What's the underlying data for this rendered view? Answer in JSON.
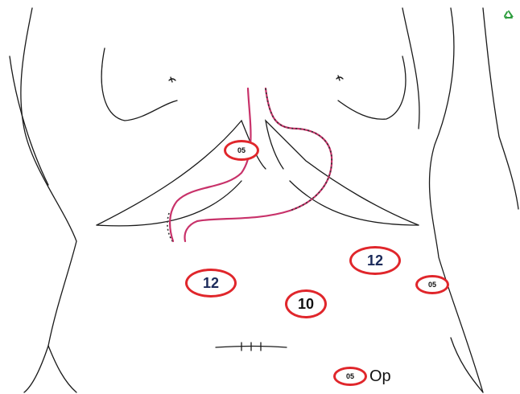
{
  "ports": [
    {
      "id": "port-left-subcostal",
      "label": "05",
      "size": "05"
    },
    {
      "id": "port-right-upper",
      "label": "12",
      "size": "12"
    },
    {
      "id": "port-left-mid",
      "label": "12",
      "size": "12"
    },
    {
      "id": "port-right-lateral",
      "label": "05",
      "size": "05"
    },
    {
      "id": "port-umbilical",
      "label": "10",
      "size": "10"
    }
  ],
  "legend": {
    "badge": "05",
    "label": "Op"
  },
  "colors": {
    "port_ring": "#e0262b",
    "outline": "#1a1a1a",
    "stomach": "#c8326a",
    "icon_green": "#2e9e3f"
  },
  "icons": [
    "recycle-icon"
  ]
}
